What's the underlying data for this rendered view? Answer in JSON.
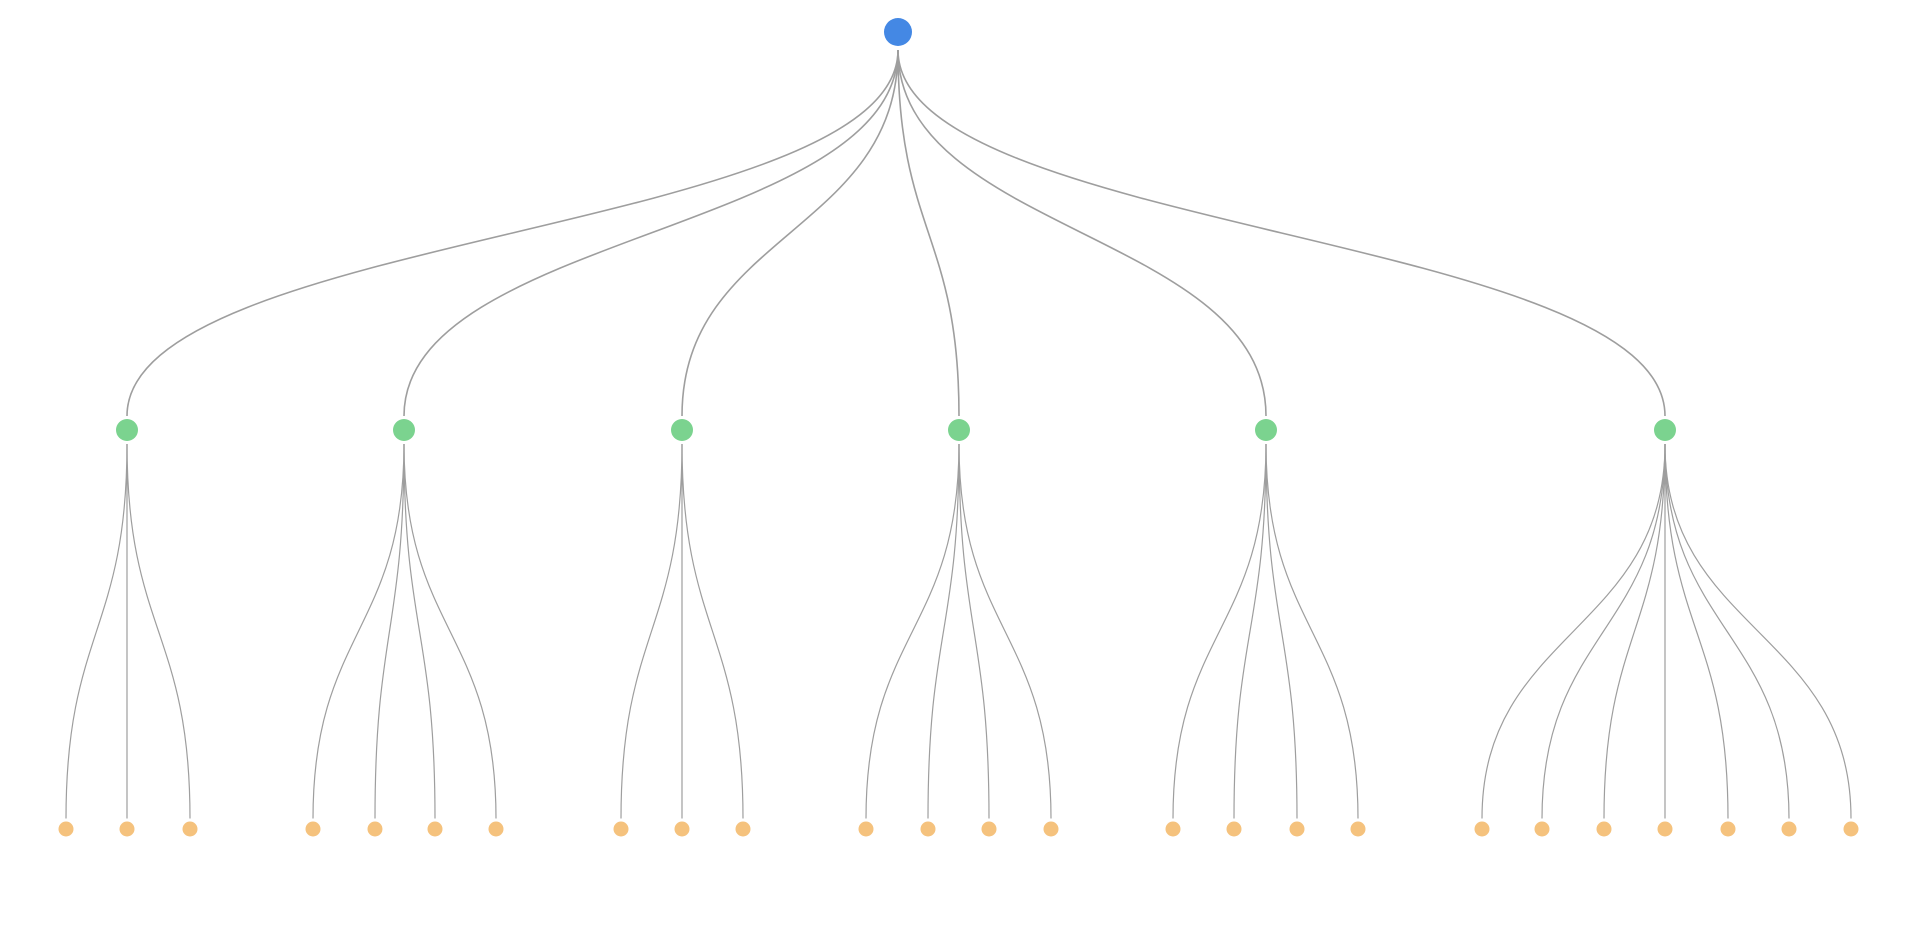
{
  "tree": {
    "root": {
      "color": "#4488e4",
      "children": [
        {
          "color": "#7bd38f",
          "leaf_count": 3
        },
        {
          "color": "#7bd38f",
          "leaf_count": 4
        },
        {
          "color": "#7bd38f",
          "leaf_count": 3
        },
        {
          "color": "#7bd38f",
          "leaf_count": 4
        },
        {
          "color": "#7bd38f",
          "leaf_count": 4
        },
        {
          "color": "#7bd38f",
          "leaf_count": 7
        }
      ]
    },
    "leaf_color": "#f5c27d",
    "link_color": "#9e9e9e"
  }
}
